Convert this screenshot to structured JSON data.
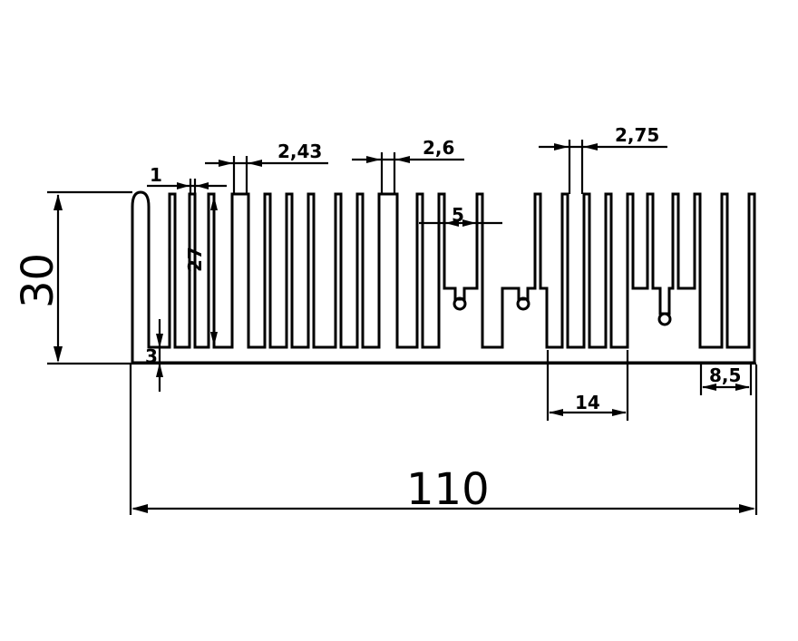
{
  "drawing": {
    "dimensions": {
      "overall_width": "110",
      "overall_height": "30",
      "base_thickness": "3",
      "fin_height": "27",
      "thin_fin": "1",
      "fin_pitch_a": "2,43",
      "fin_pitch_b": "2,6",
      "fin_pitch_c": "2,75",
      "slot_width": "5",
      "pad_width": "14",
      "end_gap": "8,5"
    }
  }
}
